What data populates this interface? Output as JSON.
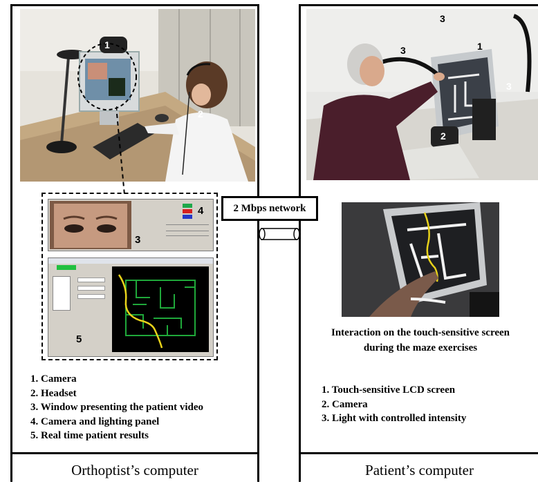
{
  "left_panel": {
    "footer": "Orthoptist’s computer",
    "legend": [
      "1. Camera",
      "2. Headset",
      "3. Window presenting the patient video",
      "4. Camera and lighting panel",
      "5. Real time patient results"
    ],
    "photo_markers": [
      "1",
      "2"
    ],
    "screenshot_markers": [
      "3",
      "4",
      "5"
    ]
  },
  "right_panel": {
    "footer": "Patient’s computer",
    "caption": "Interaction on the touch-sensitive screen during the maze exercises",
    "legend": [
      "1. Touch-sensitive LCD screen",
      "2. Camera",
      "3. Light with controlled intensity"
    ],
    "photo_markers": [
      "3",
      "3",
      "1",
      "3",
      "2"
    ]
  },
  "network": {
    "label": "2 Mbps network"
  },
  "colors": {
    "frame": "#000000",
    "maze_path": "#e8d21a",
    "maze_walls": "#1fa83a"
  }
}
